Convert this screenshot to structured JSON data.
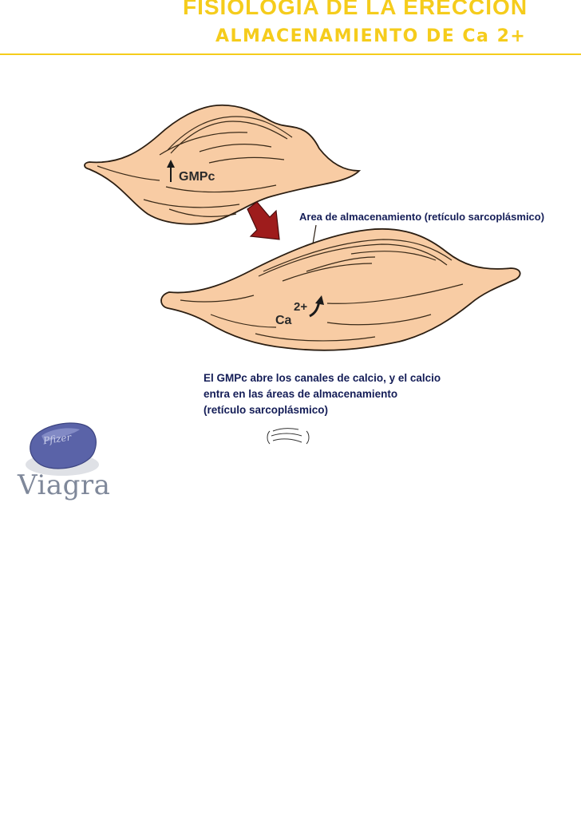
{
  "header": {
    "title": "FISIOLOGIA DE LA ERECCION",
    "subtitle": "ALMACENAMIENTO DE Ca 2+"
  },
  "diagram": {
    "cell_top_label": "GMPc",
    "storage_label": "Area de almacenamiento (retículo sarcoplásmico)",
    "ion_label": "Ca",
    "ion_charge": "2+",
    "caption_lines": [
      "El GMPc abre los canales de calcio, y el calcio",
      "entra en las áreas de almacenamiento",
      "(retículo sarcoplásmico)"
    ]
  },
  "logo": {
    "pill_text": "Pfizer",
    "brand_text": "Viagra"
  },
  "colors": {
    "title": "#f5cc1c",
    "cell_fill": "#f8cca4",
    "arrow": "#9e1c1c",
    "label_text": "#141d57"
  }
}
